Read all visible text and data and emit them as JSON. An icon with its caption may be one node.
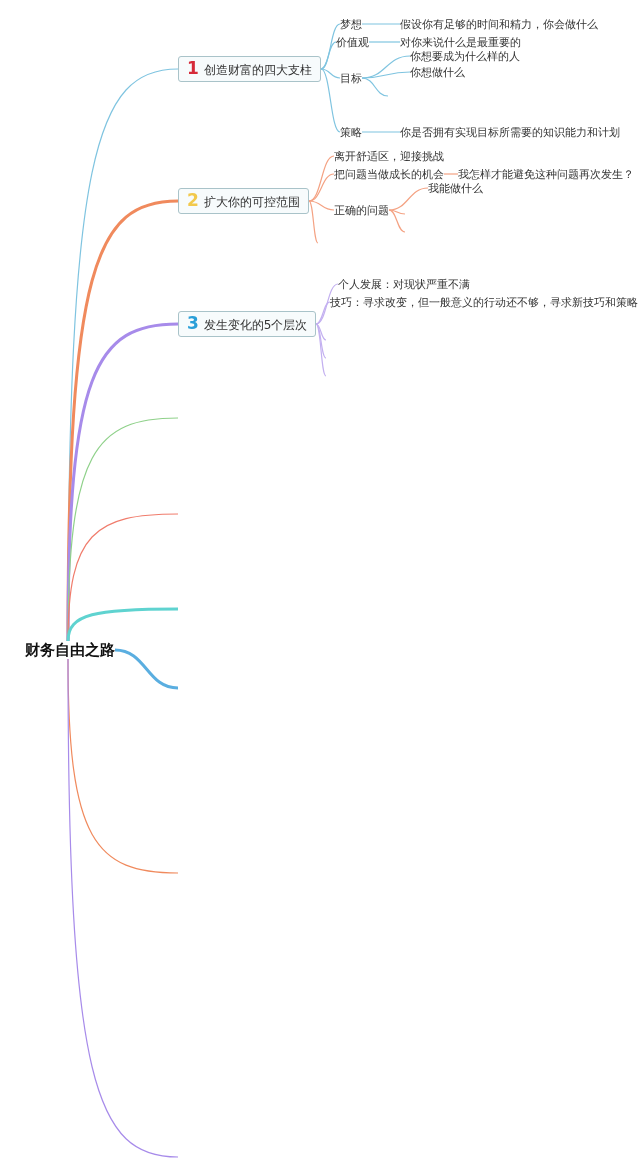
{
  "diagram": {
    "nodes": [
      {
        "text": [
          "财务自由之路"
        ]
      },
      {
        "text": [
          "1",
          "创造财富的四大支柱"
        ]
      },
      {
        "text": [
          "梦想"
        ]
      },
      {
        "text": [
          "假设你有足够的时间和精力，你会做什么"
        ]
      },
      {
        "text": [
          "价值观"
        ]
      },
      {
        "text": [
          "对你来说什么是最重要的"
        ]
      },
      {
        "text": [
          "目标"
        ]
      },
      {
        "text": [
          "你想要成为什么样的人"
        ]
      },
      {
        "text": [
          "你想做什么"
        ]
      },
      {
        "text": [
          "策略"
        ]
      },
      {
        "text": [
          "你是否拥有实现目标所需要的知识能力和计划"
        ]
      },
      {
        "text": [
          "2",
          "扩大你的可控范围"
        ]
      },
      {
        "text": [
          "离开舒适区，迎接挑战"
        ]
      },
      {
        "text": [
          "把问题当做成长的机会"
        ]
      },
      {
        "text": [
          "我怎样才能避免这种问题再次发生？"
        ]
      },
      {
        "text": [
          "正确的问题"
        ]
      },
      {
        "text": [
          "我能做什么"
        ]
      },
      {
        "text": [
          "3",
          "发生变化的5个层次"
        ]
      },
      {
        "text": [
          "个人发展：对现状严重不满"
        ]
      },
      {
        "text": [
          "技巧：寻求改变，但一般意义的行动还不够，寻求新技巧和策略"
        ]
      }
    ],
    "edges": [
      {
        "from": 0,
        "to": 1,
        "arrow": "none",
        "color": "#7fc4e0"
      },
      {
        "from": 1,
        "to": 2,
        "arrow": "none",
        "color": "#7fc4e0"
      },
      {
        "from": 2,
        "to": 3,
        "arrow": "none",
        "color": "#7fc4e0"
      },
      {
        "from": 1,
        "to": 4,
        "arrow": "none",
        "color": "#7fc4e0"
      },
      {
        "from": 4,
        "to": 5,
        "arrow": "none",
        "color": "#7fc4e0"
      },
      {
        "from": 1,
        "to": 6,
        "arrow": "none",
        "color": "#7fc4e0"
      },
      {
        "from": 6,
        "to": 7,
        "arrow": "none",
        "color": "#7fc4e0"
      },
      {
        "from": 6,
        "to": 8,
        "arrow": "none",
        "color": "#7fc4e0"
      },
      {
        "from": 6,
        "to": null,
        "arrow": "none",
        "color": "#7fc4e0"
      },
      {
        "from": 1,
        "to": 9,
        "arrow": "none",
        "color": "#7fc4e0"
      },
      {
        "from": 9,
        "to": 10,
        "arrow": "none",
        "color": "#7fc4e0"
      },
      {
        "from": 0,
        "to": 11,
        "arrow": "none",
        "style": "thick",
        "color": "#f08a5d"
      },
      {
        "from": 11,
        "to": 12,
        "arrow": "none",
        "color": "#f4a283"
      },
      {
        "from": 11,
        "to": 13,
        "arrow": "none",
        "color": "#f4a283"
      },
      {
        "from": 13,
        "to": 14,
        "arrow": "none",
        "color": "#f4a283"
      },
      {
        "from": 11,
        "to": 15,
        "arrow": "none",
        "color": "#f4a283"
      },
      {
        "from": 15,
        "to": 16,
        "arrow": "none",
        "color": "#f4a283"
      },
      {
        "from": 15,
        "to": null,
        "arrow": "none",
        "color": "#f4a283"
      },
      {
        "from": 15,
        "to": null,
        "arrow": "none",
        "color": "#f4a283"
      },
      {
        "from": 11,
        "to": null,
        "arrow": "none",
        "color": "#f4a283"
      },
      {
        "from": 0,
        "to": 17,
        "arrow": "none",
        "style": "thick",
        "color": "#a78bea"
      },
      {
        "from": 17,
        "to": 18,
        "arrow": "none",
        "color": "#c3b0f0"
      },
      {
        "from": 17,
        "to": 19,
        "arrow": "none",
        "color": "#c3b0f0"
      },
      {
        "from": 17,
        "to": null,
        "arrow": "none",
        "color": "#c3b0f0"
      },
      {
        "from": 17,
        "to": null,
        "arrow": "none",
        "color": "#c3b0f0"
      },
      {
        "from": 17,
        "to": null,
        "arrow": "none",
        "color": "#c3b0f0"
      },
      {
        "from": 0,
        "to": null,
        "arrow": "none",
        "color": "#8fd18a"
      },
      {
        "from": 0,
        "to": null,
        "arrow": "none",
        "color": "#f07c6c"
      },
      {
        "from": 0,
        "to": null,
        "arrow": "none",
        "style": "thick",
        "color": "#5fd3d0"
      },
      {
        "from": 0,
        "to": null,
        "arrow": "none",
        "style": "thick",
        "color": "#5aaee0"
      },
      {
        "from": 0,
        "to": null,
        "arrow": "none",
        "color": "#f08a5d"
      },
      {
        "from": 0,
        "to": null,
        "arrow": "none",
        "color": "#a78bea"
      }
    ]
  }
}
